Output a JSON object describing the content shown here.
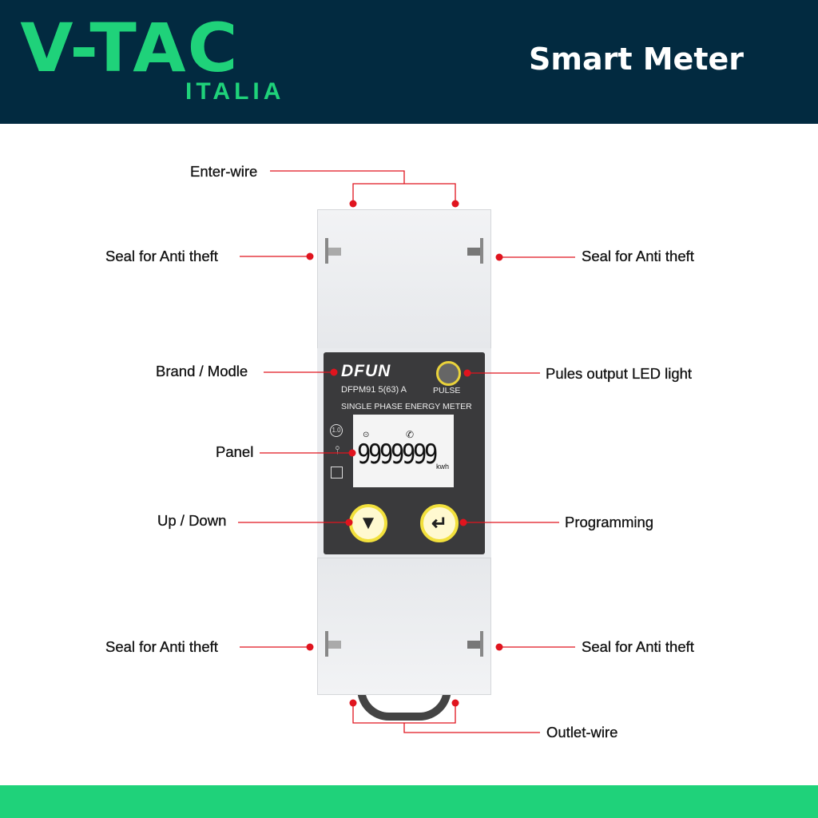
{
  "header": {
    "logo_main": "V-TAC",
    "logo_sub": "ITALIA",
    "title": "Smart Meter"
  },
  "meter": {
    "brand": "DFUN",
    "model": "DFPM91  5(63) A",
    "pulse_label": "PULSE",
    "type": "SINGLE PHASE ENERGY METER",
    "accuracy": "1.0",
    "display": "9999999",
    "unit": "kwh"
  },
  "labels": {
    "enter_wire": "Enter-wire",
    "seal_tl": "Seal for Anti theft",
    "seal_tr": "Seal for Anti theft",
    "brand": "Brand / Modle",
    "pulse": "Pules output LED light",
    "panel": "Panel",
    "updown": "Up / Down",
    "programming": "Programming",
    "seal_bl": "Seal for Anti theft",
    "seal_br": "Seal for Anti theft",
    "outlet_wire": "Outlet-wire"
  },
  "colors": {
    "header": "#022a40",
    "brand_green": "#1fd27a",
    "callout_red": "#e0141e"
  }
}
